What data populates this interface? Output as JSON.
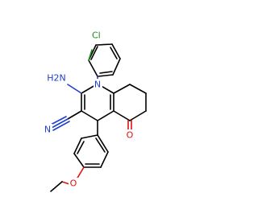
{
  "molecule": {
    "atoms": {
      "chlorine": "Cl",
      "ring_nitrogen": "N",
      "amino": "H2N",
      "nitrile_n": "N",
      "ketone_o": "O",
      "ether_o": "O"
    },
    "colors": {
      "bond": "#000000",
      "nitrogen": "#1f3fcf",
      "oxygen": "#e01010",
      "chlorine": "#1a8c1a"
    }
  }
}
